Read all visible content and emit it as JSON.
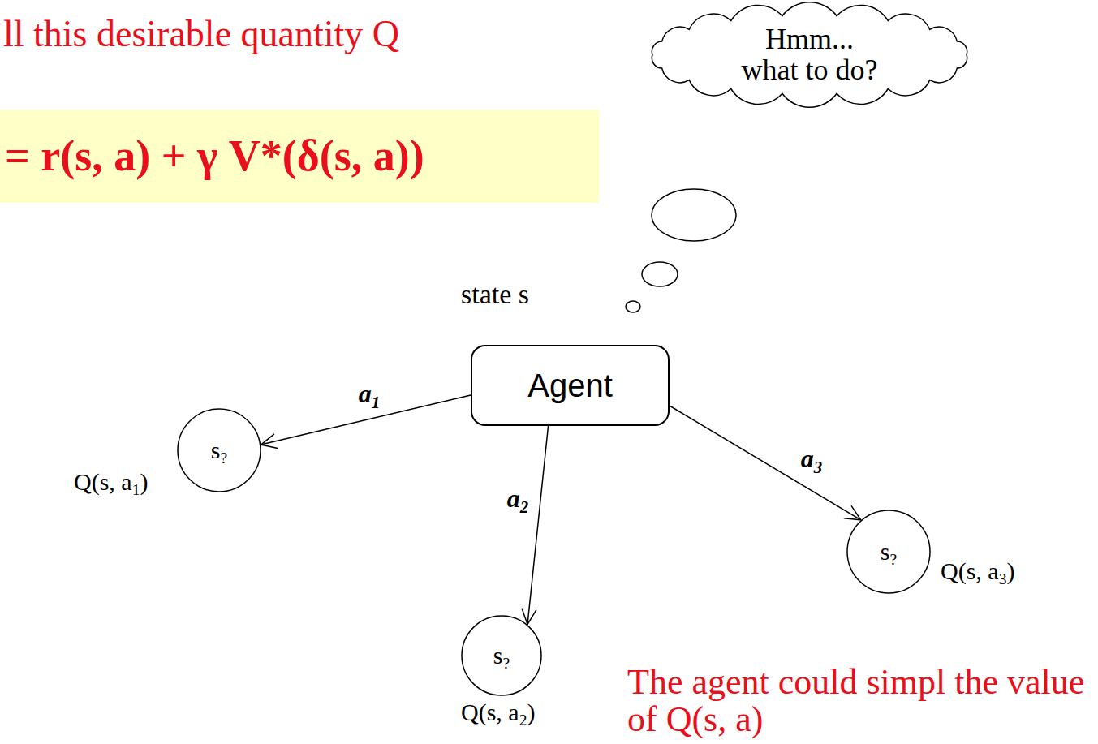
{
  "diagram": {
    "nodes": [
      {
        "text": [
          "= r(s, a) + γ V*(δ(s, a))"
        ]
      },
      {
        "text": [
          "Hmm... what to do?"
        ]
      },
      {
        "text": [
          "state s",
          "Agent"
        ]
      },
      {
        "text": [
          "s?",
          "Q(s, a1)"
        ]
      },
      {
        "text": [
          "s?",
          "Q(s, a2)"
        ]
      },
      {
        "text": [
          "s?",
          "Q(s, a3)"
        ]
      }
    ],
    "edges": [
      {
        "from": 2,
        "to": 3,
        "arrow": "to",
        "label": "a1"
      },
      {
        "from": 2,
        "to": 4,
        "arrow": "to",
        "label": "a2"
      },
      {
        "from": 2,
        "to": 5,
        "arrow": "to",
        "label": "a3"
      }
    ],
    "labels": [
      "ll this desirable quantity Q",
      "The agent could simpl the value of Q(s, a)"
    ]
  }
}
